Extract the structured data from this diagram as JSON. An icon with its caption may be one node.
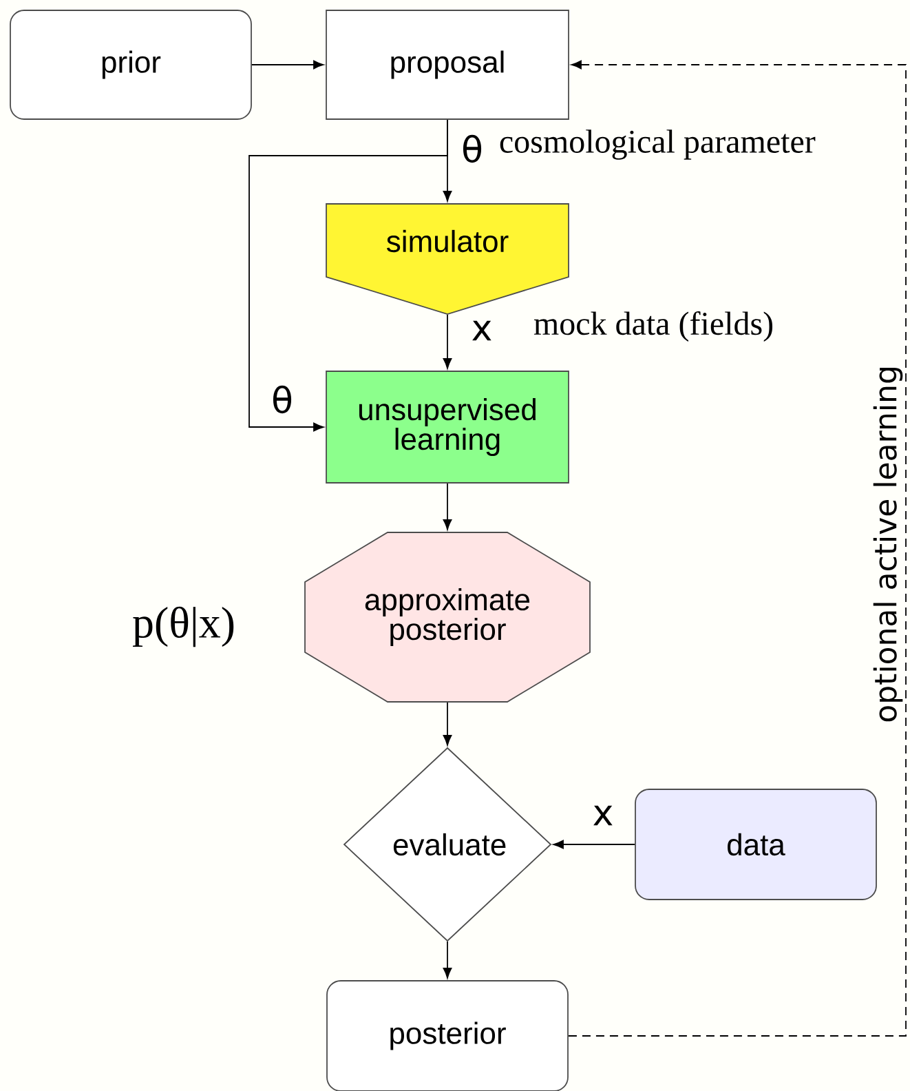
{
  "diagram": {
    "nodes": [
      {
        "text": [
          "prior"
        ]
      },
      {
        "text": [
          "proposal"
        ]
      },
      {
        "text": [
          "simulator"
        ]
      },
      {
        "text": [
          "unsupervised learning"
        ]
      },
      {
        "text": [
          "approximate posterior"
        ],
        "beside": [
          "p(θ|x)"
        ]
      },
      {
        "text": [
          "evaluate"
        ]
      },
      {
        "text": [
          "data"
        ]
      },
      {
        "text": [
          "posterior"
        ]
      }
    ],
    "edges": [
      {
        "from": 0,
        "to": 1,
        "arrow": "to"
      },
      {
        "from": 1,
        "to": 2,
        "arrow": "to",
        "label": "θ"
      },
      {
        "from": 1,
        "to": 3,
        "arrow": "to",
        "label": "θ"
      },
      {
        "from": 2,
        "to": 3,
        "arrow": "to",
        "label": "x"
      },
      {
        "from": 3,
        "to": 4,
        "arrow": "to"
      },
      {
        "from": 4,
        "to": 5,
        "arrow": "to"
      },
      {
        "from": 6,
        "to": 5,
        "arrow": "to",
        "label": "x"
      },
      {
        "from": 5,
        "to": 7,
        "arrow": "to"
      },
      {
        "from": 7,
        "to": 1,
        "arrow": "to",
        "style": "dashed",
        "label": "optional active learning"
      }
    ],
    "labels": [
      "cosmological parameter",
      "mock data (fields)"
    ]
  }
}
